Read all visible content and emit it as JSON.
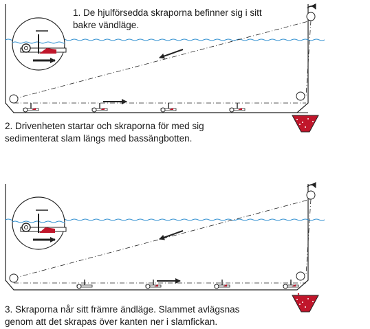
{
  "steps": [
    {
      "caption_lines": [
        "1. De hjulförsedda skraporna befinner sig i sitt",
        "bakre vändläge."
      ]
    },
    {
      "caption_lines": [
        "2. Drivenheten startar och skraporna för med sig",
        "sedimenterat slam längs med bassängbotten."
      ]
    },
    {
      "caption_lines": [
        "3. Skraporna når sitt främre ändläge. Slammet avlägsnas",
        "genom att det skrapas över kanten ner i slamfickan."
      ]
    }
  ],
  "colors": {
    "water": "#2f8fd0",
    "sludge": "#c0162b",
    "line": "#222222"
  }
}
